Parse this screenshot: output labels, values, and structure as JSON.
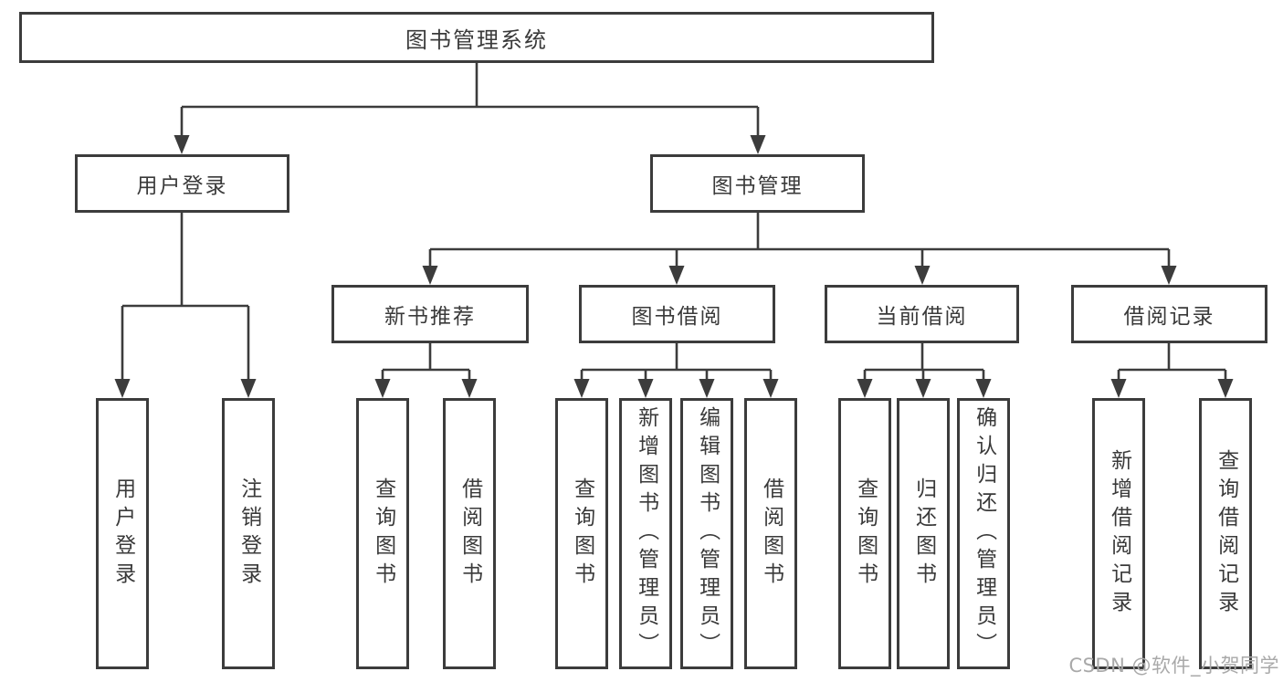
{
  "root": {
    "label": "图书管理系统"
  },
  "branches": {
    "user_login": {
      "label": "用户登录",
      "children": [
        {
          "label": "用户登录"
        },
        {
          "label": "注销登录"
        }
      ]
    },
    "book_management": {
      "label": "图书管理",
      "sections": {
        "new_book": {
          "label": "新书推荐",
          "children": [
            {
              "label": "查询图书"
            },
            {
              "label": "借阅图书"
            }
          ]
        },
        "borrow": {
          "label": "图书借阅",
          "children": [
            {
              "label": "查询图书"
            },
            {
              "label": "新增图书（管理员）"
            },
            {
              "label": "编辑图书（管理员）"
            },
            {
              "label": "借阅图书"
            }
          ]
        },
        "current": {
          "label": "当前借阅",
          "children": [
            {
              "label": "查询图书"
            },
            {
              "label": "归还图书"
            },
            {
              "label": "确认归还（管理员）"
            }
          ]
        },
        "records": {
          "label": "借阅记录",
          "children": [
            {
              "label": "新增借阅记录"
            },
            {
              "label": "查询借阅记录"
            }
          ]
        }
      }
    }
  },
  "watermark": {
    "text": "CSDN @软件_小贺同学"
  },
  "colors": {
    "line": "#3c3c3c",
    "text": "#3a3a3a",
    "watermark": "#a9a9a9",
    "background": "#ffffff"
  }
}
